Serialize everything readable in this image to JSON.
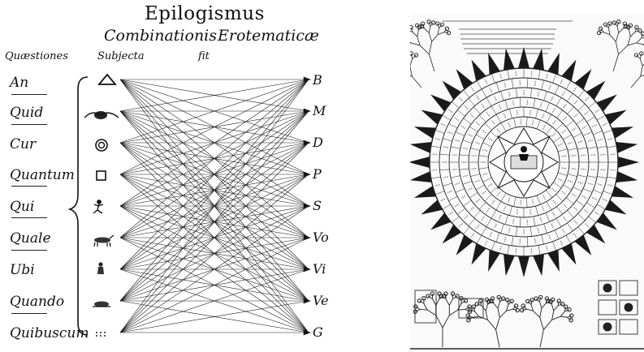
{
  "left_figure": {
    "title": "Epilogismus",
    "subtitle_1": "Combinationis",
    "subtitle_2": "Erotematicæ",
    "column_headers": {
      "questions": "Quæstiones",
      "subjects": "Subjecta",
      "fit": "fit"
    },
    "questions": [
      "An",
      "Quid",
      "Cur",
      "Quantum",
      "Qui",
      "Quale",
      "Ubi",
      "Quando",
      "Quibuscum"
    ],
    "subject_symbols": [
      "triangle",
      "winged-sun",
      "concentric-circles",
      "square",
      "running-figure",
      "quadruped",
      "seated-figure",
      "reclining-figure",
      "dot-cluster"
    ],
    "predicates": [
      "B",
      "M",
      "D",
      "P",
      "S",
      "Vo",
      "Vi",
      "Ve",
      "G"
    ]
  },
  "right_figure": {
    "header_text": "",
    "description": ""
  }
}
